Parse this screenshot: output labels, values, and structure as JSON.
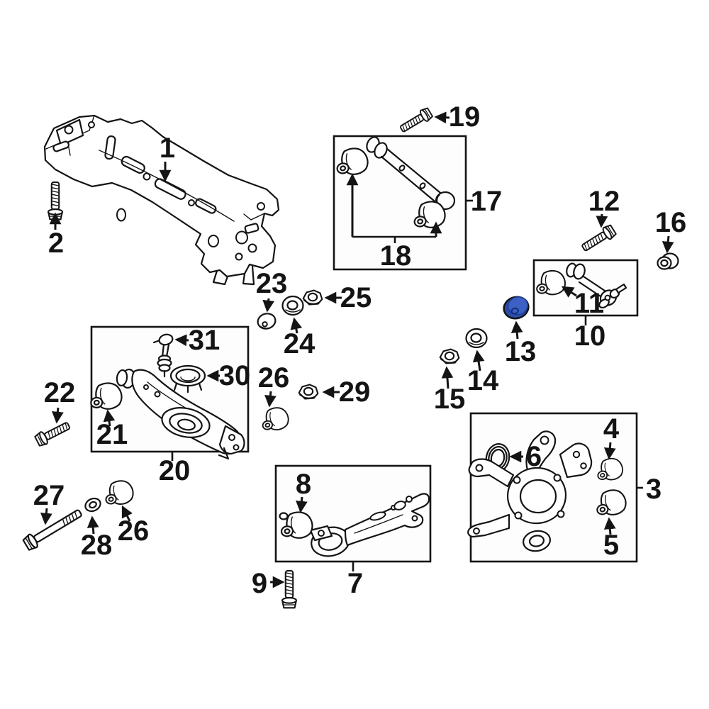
{
  "diagram": {
    "background": "#ffffff",
    "line_color": "#141414",
    "box_fill": "#fdfdfd",
    "highlight": {
      "highlighted_callout": "13",
      "fill": "#3c60c4",
      "shade": "#2b4da8",
      "face": "#4a6fd0",
      "hole_stroke": "#16307e"
    },
    "callouts": {
      "c1": "1",
      "c2": "2",
      "c3": "3",
      "c4": "4",
      "c5": "5",
      "c6": "6",
      "c7": "7",
      "c8": "8",
      "c9": "9",
      "c10": "10",
      "c11": "11",
      "c12": "12",
      "c13": "13",
      "c14": "14",
      "c15": "15",
      "c16": "16",
      "c17": "17",
      "c18": "18",
      "c19": "19",
      "c20": "20",
      "c21": "21",
      "c22": "22",
      "c23": "23",
      "c24": "24",
      "c25": "25",
      "c26": "26",
      "c26b": "26",
      "c27": "27",
      "c28": "28",
      "c29": "29",
      "c30": "30",
      "c31": "31"
    }
  }
}
